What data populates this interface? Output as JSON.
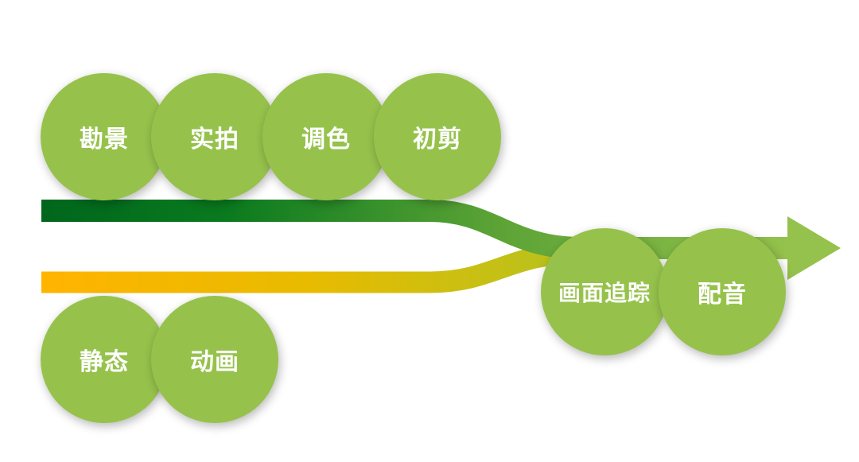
{
  "colors": {
    "node": "#96c24c",
    "green_start": "#006f1e",
    "green_end": "#8dbf48",
    "yellow_start": "#ffb400",
    "yellow_end": "#b8c21c"
  },
  "top_track": [
    "勘景",
    "实拍",
    "调色",
    "初剪"
  ],
  "bottom_track": [
    "静态",
    "动画"
  ],
  "merged_track": [
    "画面追踪",
    "配音"
  ]
}
